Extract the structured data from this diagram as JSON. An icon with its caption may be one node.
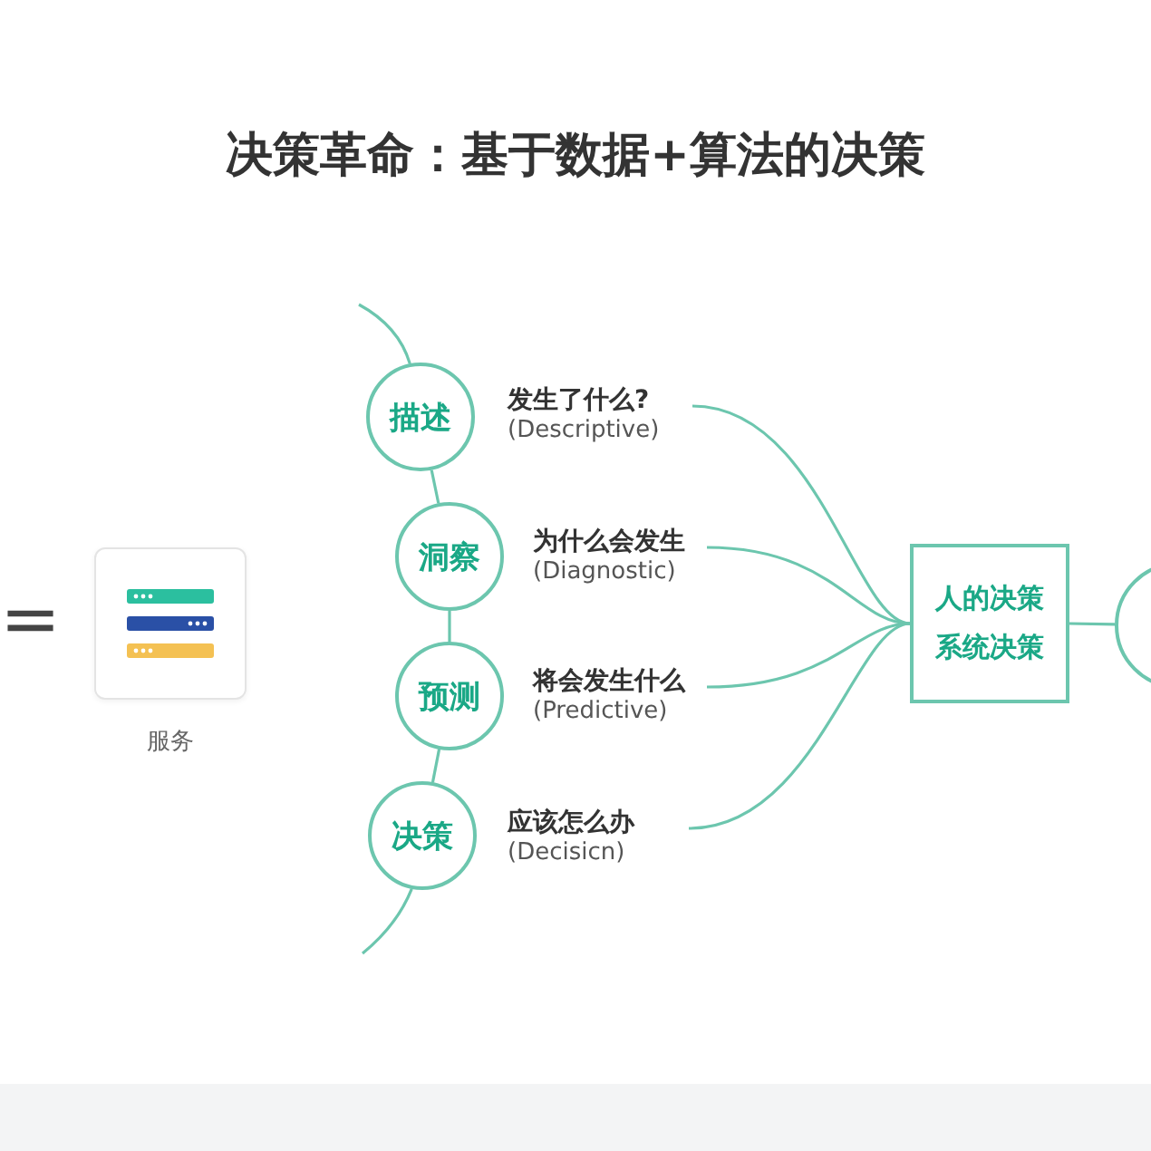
{
  "diagram": {
    "title": "决策革命：基于数据+算法的决策",
    "nodes": [
      {
        "text": [
          "服务"
        ]
      },
      {
        "text": [
          "描述"
        ]
      },
      {
        "text": [
          "发生了什么?",
          "(Descriptive)"
        ]
      },
      {
        "text": [
          "洞察"
        ]
      },
      {
        "text": [
          "为什么会发生",
          "(Diagnostic)"
        ]
      },
      {
        "text": [
          "预测"
        ]
      },
      {
        "text": [
          "将会发生什么",
          "(Predictive)"
        ]
      },
      {
        "text": [
          "决策"
        ]
      },
      {
        "text": [
          "应该怎么办",
          "(Decisicn)"
        ]
      },
      {
        "text": [
          "人的决策",
          "系统决策"
        ]
      },
      {
        "text": [],
        "shape": "circle"
      }
    ],
    "edges": [
      {
        "from": null,
        "to": 1,
        "arrow": "none"
      },
      {
        "from": 1,
        "to": 3,
        "arrow": "none"
      },
      {
        "from": 3,
        "to": 5,
        "arrow": "none"
      },
      {
        "from": 5,
        "to": 7,
        "arrow": "none"
      },
      {
        "from": 7,
        "to": null,
        "arrow": "none"
      },
      {
        "from": 2,
        "to": 9,
        "arrow": "none"
      },
      {
        "from": 4,
        "to": 9,
        "arrow": "none"
      },
      {
        "from": 6,
        "to": 9,
        "arrow": "none"
      },
      {
        "from": 8,
        "to": 9,
        "arrow": "none"
      },
      {
        "from": 9,
        "to": 10,
        "arrow": "none"
      }
    ],
    "labels": [
      "="
    ]
  }
}
